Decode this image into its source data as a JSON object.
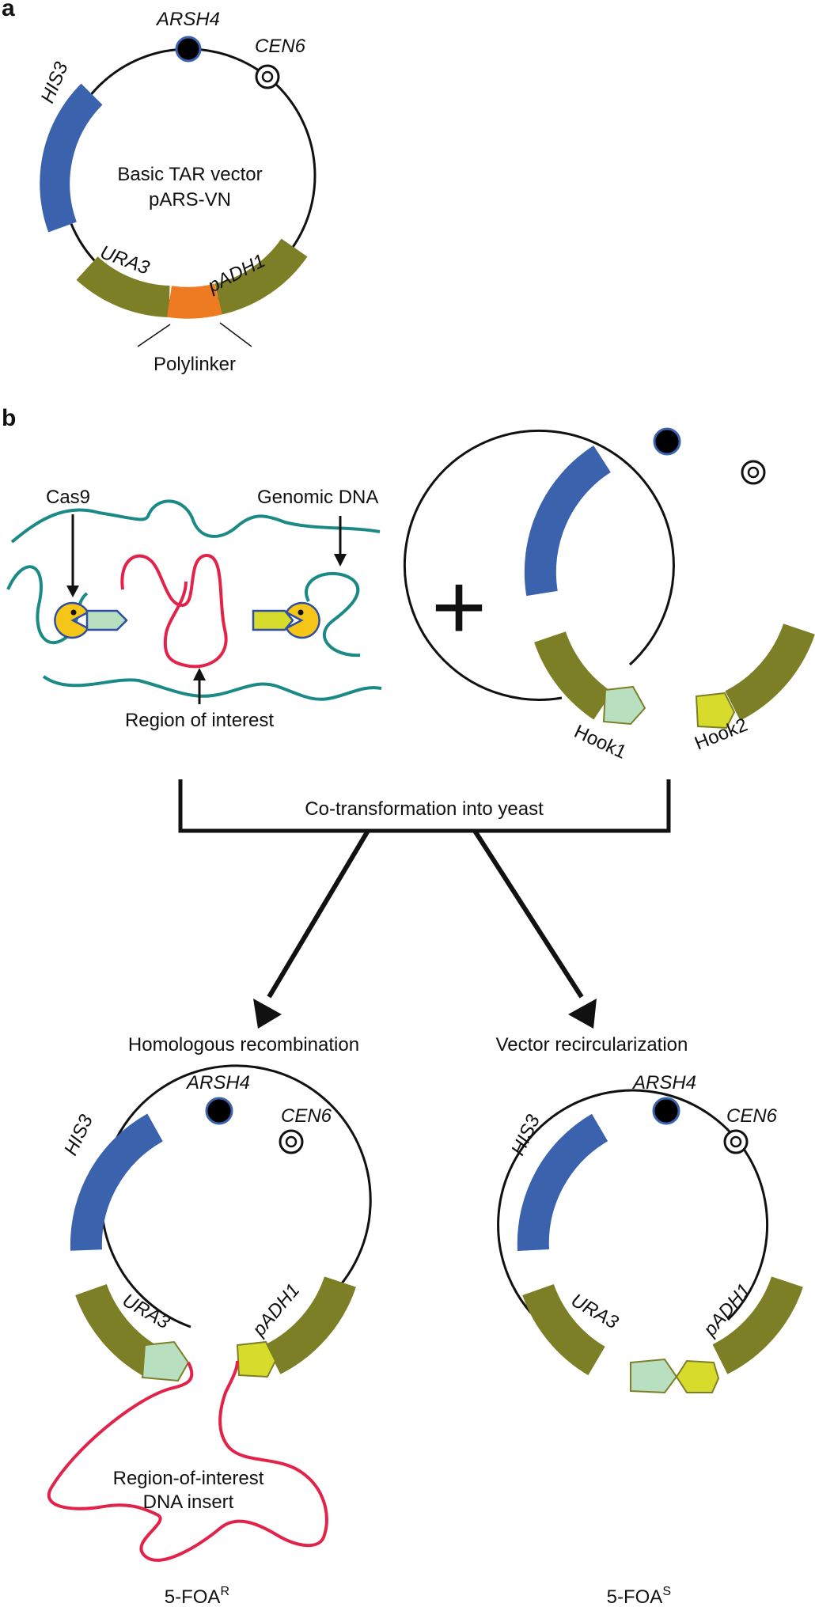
{
  "panel_a": {
    "letter": "a",
    "vector_name_line1": "Basic TAR vector",
    "vector_name_line2": "pARS-VN",
    "labels": {
      "arsh4": "ARSH4",
      "cen6": "CEN6",
      "his3": "HIS3",
      "ura3": "URA3",
      "padh1": "pADH1",
      "polylinker": "Polylinker"
    }
  },
  "panel_b": {
    "letter": "b",
    "cas9": "Cas9",
    "genomic_dna": "Genomic DNA",
    "region_of_interest": "Region of interest",
    "plus": "+",
    "hook1": "Hook1",
    "hook2": "Hook2",
    "cotransformation": "Co-transformation into yeast",
    "homologous_recombination": "Homologous recombination",
    "vector_recircularization": "Vector recircularization",
    "insert_line1": "Region-of-interest",
    "insert_line2": "DNA insert",
    "foa_r_base": "5-FOA",
    "foa_r_sup": "R",
    "foa_s_base": "5-FOA",
    "foa_s_sup": "S",
    "left_labels": {
      "arsh4": "ARSH4",
      "cen6": "CEN6",
      "his3": "HIS3",
      "ura3": "URA3",
      "padh1": "pADH1"
    },
    "right_labels": {
      "arsh4": "ARSH4",
      "cen6": "CEN6",
      "his3": "HIS3",
      "ura3": "URA3",
      "padh1": "pADH1"
    }
  },
  "colors": {
    "his3": "#3a62ad",
    "marker": "#7d7f27",
    "polylinker": "#ee7b22",
    "genomic": "#1b8a86",
    "roi": "#e3224a",
    "hook1": "#b9dfc1",
    "hook2": "#d7dc2c",
    "cas9": "#f5c518"
  }
}
